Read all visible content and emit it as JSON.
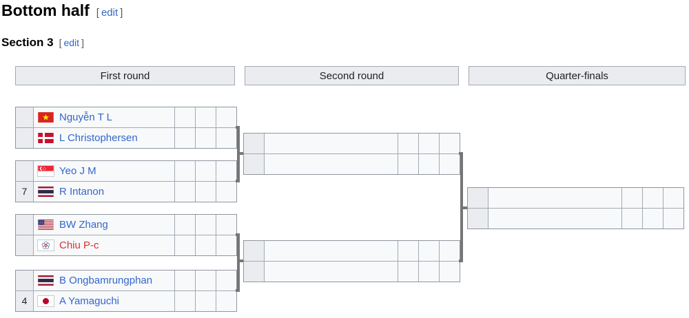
{
  "header": {
    "title": "Bottom half",
    "title_edit": {
      "open": "[",
      "label": "edit",
      "close": "]"
    },
    "section": "Section 3",
    "section_edit": {
      "open": "[",
      "label": "edit",
      "close": "]"
    }
  },
  "rounds": [
    {
      "label": "First round"
    },
    {
      "label": "Second round"
    },
    {
      "label": "Quarter-finals"
    }
  ],
  "bracket": {
    "first_round": [
      {
        "players": [
          {
            "seed": "",
            "flag": "vietnam",
            "name": "Nguyễn T L",
            "link": "blue",
            "scores": [
              "",
              "",
              ""
            ]
          },
          {
            "seed": "",
            "flag": "denmark",
            "name": "L Christophersen",
            "link": "blue",
            "scores": [
              "",
              "",
              ""
            ]
          }
        ]
      },
      {
        "players": [
          {
            "seed": "",
            "flag": "singapore",
            "name": "Yeo J M",
            "link": "blue",
            "scores": [
              "",
              "",
              ""
            ]
          },
          {
            "seed": "7",
            "flag": "thailand",
            "name": "R Intanon",
            "link": "blue",
            "scores": [
              "",
              "",
              ""
            ]
          }
        ]
      },
      {
        "players": [
          {
            "seed": "",
            "flag": "united-states",
            "name": "BW Zhang",
            "link": "blue",
            "scores": [
              "",
              "",
              ""
            ]
          },
          {
            "seed": "",
            "flag": "chinese-taipei",
            "name": "Chiu P-c",
            "link": "red",
            "scores": [
              "",
              "",
              ""
            ]
          }
        ]
      },
      {
        "players": [
          {
            "seed": "",
            "flag": "thailand",
            "name": "B Ongbamrungphan",
            "link": "blue",
            "scores": [
              "",
              "",
              ""
            ]
          },
          {
            "seed": "4",
            "flag": "japan",
            "name": "A Yamaguchi",
            "link": "blue",
            "scores": [
              "",
              "",
              ""
            ]
          }
        ]
      }
    ],
    "second_round": [
      {
        "players": [
          {
            "seed": "",
            "name": "",
            "scores": [
              "",
              "",
              ""
            ]
          },
          {
            "seed": "",
            "name": "",
            "scores": [
              "",
              "",
              ""
            ]
          }
        ]
      },
      {
        "players": [
          {
            "seed": "",
            "name": "",
            "scores": [
              "",
              "",
              ""
            ]
          },
          {
            "seed": "",
            "name": "",
            "scores": [
              "",
              "",
              ""
            ]
          }
        ]
      }
    ],
    "quarter_finals": [
      {
        "players": [
          {
            "seed": "",
            "name": "",
            "scores": [
              "",
              "",
              ""
            ]
          },
          {
            "seed": "",
            "name": "",
            "scores": [
              "",
              "",
              ""
            ]
          }
        ]
      }
    ]
  },
  "colors": {
    "link_blue": "#3366cc",
    "link_red": "#d73333",
    "cell_bg": "#f8f9fa",
    "seed_bg": "#eaecf0",
    "header_bg": "#eaecf0",
    "border": "#a2a9b1",
    "connector": "#767676"
  }
}
